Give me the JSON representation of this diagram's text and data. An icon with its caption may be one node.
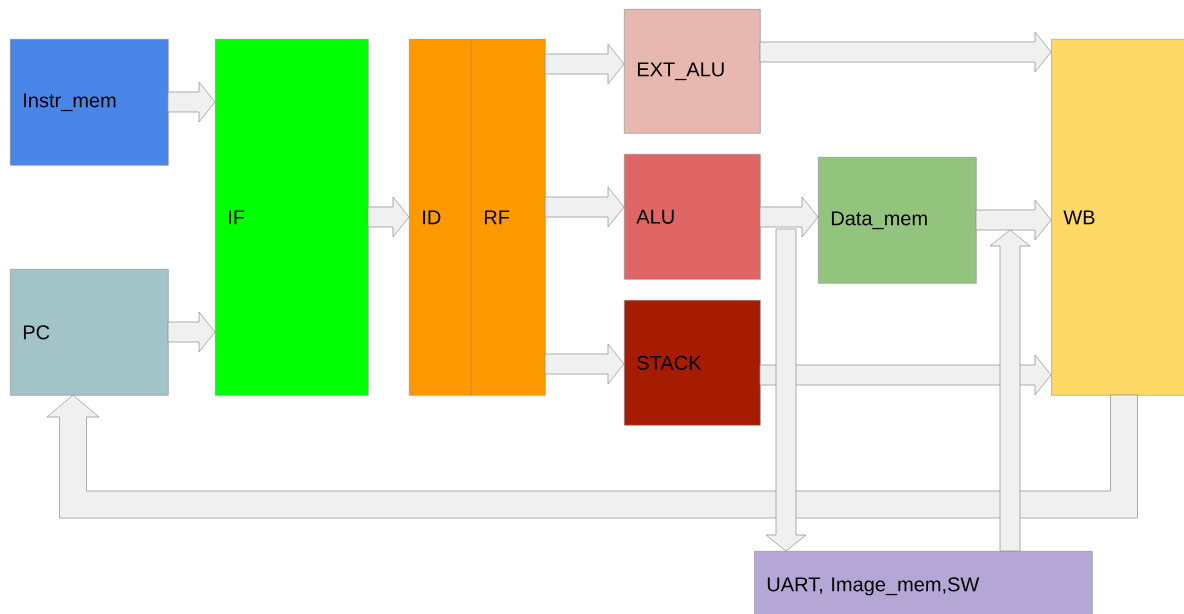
{
  "diagram": {
    "nodes": [
      {
        "text": [
          "Instr_mem"
        ]
      },
      {
        "text": [
          "PC"
        ]
      },
      {
        "text": [
          "IF"
        ]
      },
      {
        "text": [
          "ID"
        ]
      },
      {
        "text": [
          "RF"
        ]
      },
      {
        "text": [
          "EXT_ALU"
        ]
      },
      {
        "text": [
          "ALU"
        ]
      },
      {
        "text": [
          "STACK"
        ]
      },
      {
        "text": [
          "Data_mem"
        ]
      },
      {
        "text": [
          "WB"
        ]
      },
      {
        "text": [
          "UART, Image_mem,SW"
        ]
      }
    ],
    "edges": [
      {
        "from": 0,
        "to": 2,
        "arrow": "to"
      },
      {
        "from": 1,
        "to": 2,
        "arrow": "to"
      },
      {
        "from": 2,
        "to": 3,
        "arrow": "to"
      },
      {
        "from": 4,
        "to": 5,
        "arrow": "to"
      },
      {
        "from": 4,
        "to": 6,
        "arrow": "to"
      },
      {
        "from": 4,
        "to": 7,
        "arrow": "to"
      },
      {
        "from": 5,
        "to": 9,
        "arrow": "to"
      },
      {
        "from": 6,
        "to": 8,
        "arrow": "to"
      },
      {
        "from": 8,
        "to": 9,
        "arrow": "to"
      },
      {
        "from": 7,
        "to": 9,
        "arrow": "to"
      },
      {
        "from": 9,
        "to": 1,
        "arrow": "to"
      },
      {
        "from": 6,
        "to": 10,
        "arrow": "to"
      },
      {
        "from": 10,
        "to": 9,
        "arrow": "to"
      }
    ]
  }
}
